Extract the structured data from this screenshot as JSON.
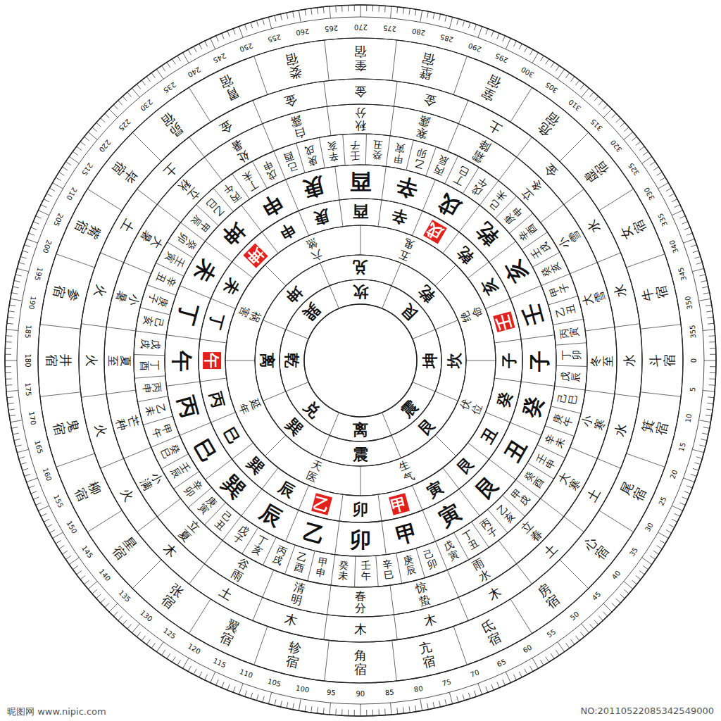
{
  "diagram": {
    "nodes": [
      {
        "text": [
          "乾",
          "兑",
          "离",
          "震",
          "巽",
          "坎",
          "艮",
          "坤"
        ]
      },
      {
        "text": [
          "坎",
          "艮",
          "震",
          "巽",
          "离",
          "坤",
          "兑",
          "乾"
        ]
      },
      {
        "text": [
          "伏位",
          "生气",
          "天医",
          "延年",
          "祸害",
          "六煞",
          "五鬼",
          "绝命"
        ]
      },
      {
        "text": [
          "子",
          "癸",
          "丑",
          "艮",
          "寅",
          "甲",
          "卯",
          "乙",
          "辰",
          "巽",
          "巳",
          "丙",
          "午",
          "丁",
          "未",
          "坤",
          "申",
          "庚",
          "酉",
          "辛",
          "戌",
          "乾",
          "亥",
          "壬"
        ]
      },
      {
        "text": [
          "子",
          "癸",
          "丑",
          "艮",
          "寅",
          "甲",
          "卯",
          "乙",
          "辰",
          "巽",
          "巳",
          "丙",
          "午",
          "丁",
          "未",
          "坤",
          "申",
          "庚",
          "酉",
          "辛",
          "戌",
          "乾",
          "亥",
          "壬"
        ]
      },
      {
        "text": [
          "甲子",
          "乙丑",
          "丙寅",
          "丁卯",
          "戊辰",
          "己巳",
          "庚午",
          "辛未",
          "壬申",
          "癸酉",
          "甲戌",
          "乙亥",
          "丙子",
          "丁丑",
          "戊寅",
          "己卯",
          "庚辰",
          "辛巳",
          "壬午",
          "癸未",
          "甲申",
          "乙酉",
          "丙戌",
          "丁亥",
          "戊子",
          "己丑",
          "庚寅",
          "辛卯",
          "壬辰",
          "癸巳",
          "甲午",
          "乙未",
          "丙申",
          "丁酉",
          "戊戌",
          "己亥",
          "庚子",
          "辛丑",
          "壬寅",
          "癸卯",
          "甲辰",
          "乙巳",
          "丙午",
          "丁未",
          "戊申",
          "己酉",
          "庚戌",
          "辛亥",
          "壬子",
          "癸丑",
          "甲寅",
          "乙卯",
          "丙辰",
          "丁巳",
          "戊午",
          "己未",
          "庚申",
          "辛酉",
          "壬戌",
          "癸亥"
        ]
      },
      {
        "text": [
          "冬至",
          "小寒",
          "大寒",
          "立春",
          "雨水",
          "惊蛰",
          "春分",
          "清明",
          "谷雨",
          "立夏",
          "小满",
          "芒种",
          "夏至",
          "小暑",
          "大暑",
          "立秋",
          "处暑",
          "白露",
          "秋分",
          "寒露",
          "霜降",
          "立冬",
          "小雪",
          "大雪"
        ]
      },
      {
        "text": [
          "水",
          "水",
          "土",
          "土",
          "木",
          "木",
          "木",
          "木",
          "土",
          "木",
          "火",
          "火",
          "火",
          "火",
          "土",
          "土",
          "金",
          "金",
          "金",
          "金",
          "土",
          "金",
          "水",
          "水"
        ]
      },
      {
        "text": [
          "角宿",
          "亢宿",
          "氐宿",
          "房宿",
          "心宿",
          "尾宿",
          "箕宿",
          "斗宿",
          "牛宿",
          "女宿",
          "虚宿",
          "危宿",
          "室宿",
          "壁宿",
          "奎宿",
          "娄宿",
          "胃宿",
          "昴宿",
          "毕宿",
          "觜宿",
          "参宿",
          "井宿",
          "鬼宿",
          "柳宿",
          "星宿",
          "张宿",
          "翼宿",
          "轸宿"
        ]
      },
      {
        "text": [
          "0",
          "5",
          "10",
          "15",
          "20",
          "25",
          "30",
          "35",
          "40",
          "45",
          "50",
          "55",
          "60",
          "65",
          "70",
          "75",
          "80",
          "85",
          "90",
          "95",
          "100",
          "105",
          "110",
          "115",
          "120",
          "125",
          "130",
          "135",
          "140",
          "145",
          "150",
          "155",
          "160",
          "165",
          "170",
          "175",
          "180",
          "185",
          "190",
          "195",
          "200",
          "205",
          "210",
          "215",
          "220",
          "225",
          "230",
          "235",
          "240",
          "245",
          "250",
          "255",
          "260",
          "265",
          "270",
          "275",
          "280",
          "285",
          "290",
          "295",
          "300",
          "305",
          "310",
          "315",
          "320",
          "325",
          "330",
          "335",
          "340",
          "345",
          "350",
          "355"
        ]
      }
    ],
    "labels": [
      "昵图网 www.nipic.com",
      "NO:20110522085342549000"
    ]
  }
}
